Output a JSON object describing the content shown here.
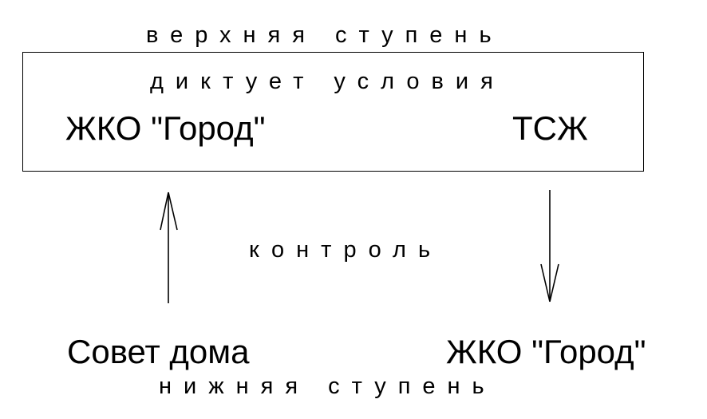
{
  "upper_level": {
    "caption": "верхняя ступень",
    "box_heading": "диктует условия",
    "left_entity": "ЖКО \"Город\"",
    "right_entity": "ТСЖ"
  },
  "middle": {
    "control_label": "контроль"
  },
  "lower_level": {
    "left_entity": "Совет дома",
    "right_entity": "ЖКО \"Город\"",
    "caption": "нижняя ступень"
  }
}
